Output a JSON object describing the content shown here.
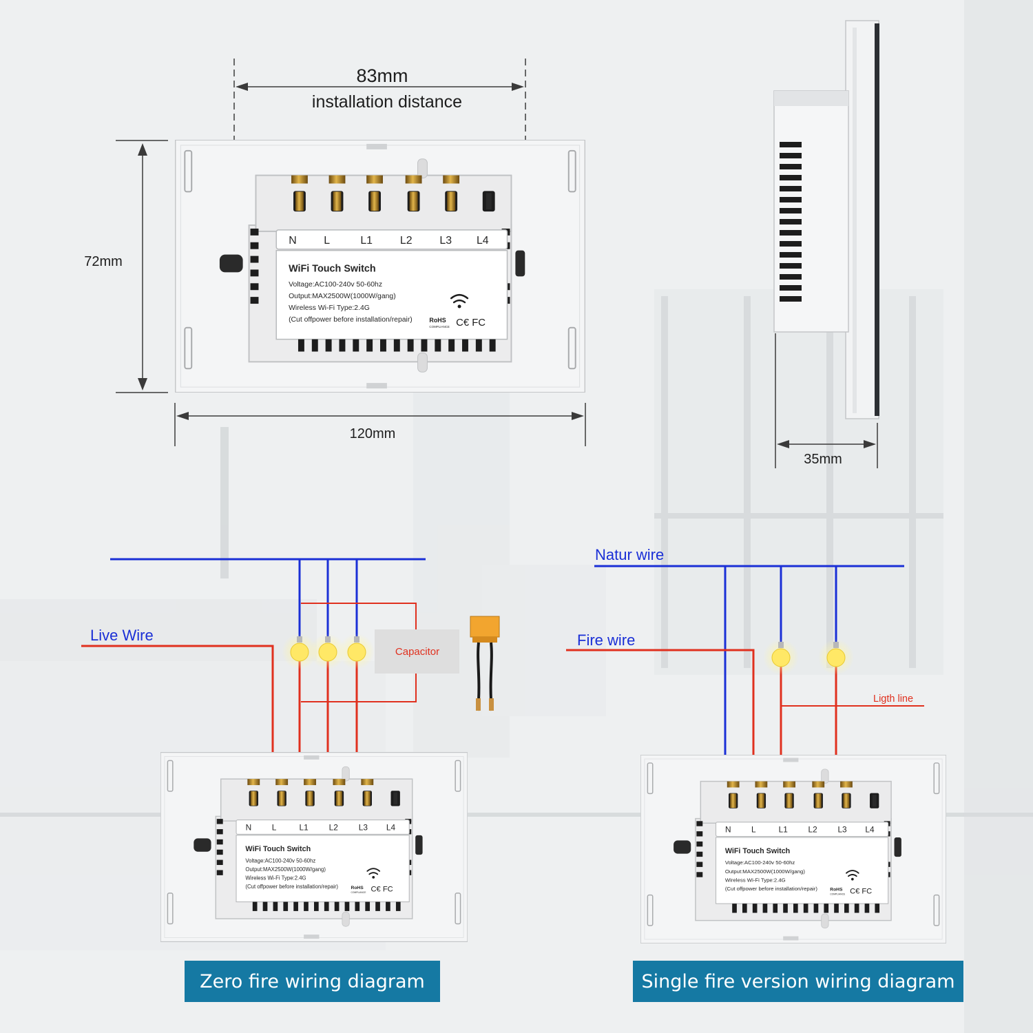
{
  "dimensions": {
    "install_distance_value": "83mm",
    "install_distance_label": "installation distance",
    "height": "72mm",
    "width": "120mm",
    "depth": "35mm"
  },
  "switch_label": {
    "terminals": [
      "N",
      "L",
      "L1",
      "L2",
      "L3",
      "L4"
    ],
    "title": "WiFi Touch Switch",
    "voltage": "Voltage:AC100-240v 50-60hz",
    "output": "Output:MAX2500W(1000W/gang)",
    "wireless": "Wireless Wi-Fi Type:2.4G",
    "warning": "(Cut offpower before installation/repair)",
    "rohs": "RoHS",
    "rohs_sub": "COMPLIANCE",
    "ce_fc": "C€ FC"
  },
  "zero_fire": {
    "live_wire": "Live Wire",
    "capacitor": "Capacitor",
    "caption": "Zero fire wiring diagram"
  },
  "single_fire": {
    "natur_wire": "Natur wire",
    "fire_wire": "Fire wire",
    "light_line": "Ligth line",
    "caption": "Single fire version wiring diagram"
  },
  "colors": {
    "neutral_wire": "#1a2fd6",
    "live_wire": "#e0301e",
    "caption_bg": "#1579a3",
    "bulb": "#ffe866"
  }
}
